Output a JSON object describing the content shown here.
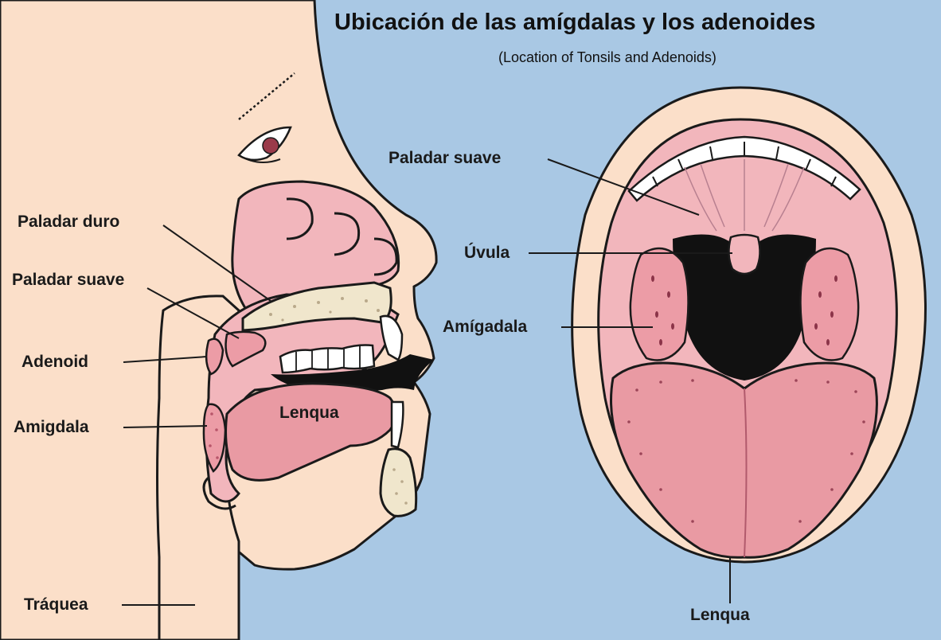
{
  "title": "Ubicación de las amígdalas y los adenoides",
  "subtitle": "(Location of Tonsils and Adenoids)",
  "colors": {
    "background_sky": "#a9c8e4",
    "skin": "#fbdfc9",
    "tissue_pink": "#f2b6bc",
    "tongue_pink": "#e99aa3",
    "tonsil_pink": "#ec9ca6",
    "bone": "#f0e6cc",
    "outline": "#1a1a1a"
  },
  "side_view": {
    "labels": {
      "hard_palate": "Paladar duro",
      "soft_palate": "Paladar suave",
      "adenoid": "Adenoid",
      "tonsil": "Amigdala",
      "tongue": "Lenqua",
      "trachea": "Tráquea"
    }
  },
  "front_view": {
    "labels": {
      "soft_palate": "Paladar suave",
      "uvula": "Úvula",
      "tonsil": "Amígadala",
      "tongue": "Lenqua"
    }
  }
}
